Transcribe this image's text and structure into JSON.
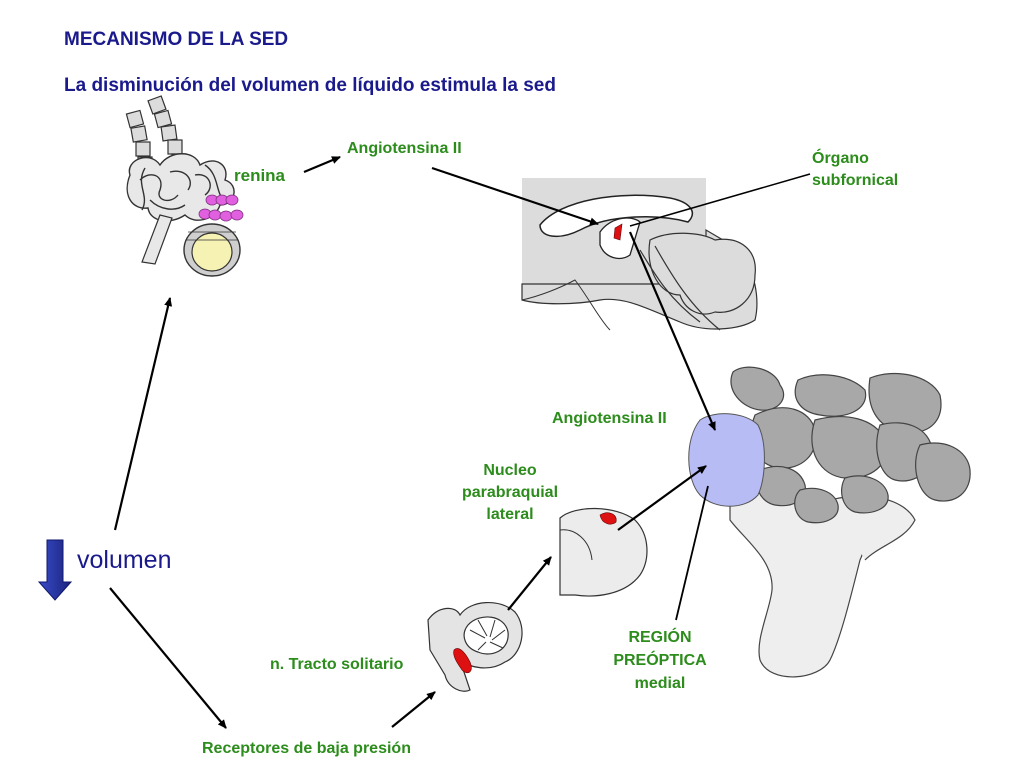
{
  "title": "MECANISMO DE LA SED",
  "subtitle": "La disminución del volumen de líquido estimula la sed",
  "labels": {
    "renina": "renina",
    "angiotensina_top": "Angiotensina II",
    "organo_line1": "Órgano",
    "organo_line2": "subfornical",
    "angiotensina_mid": "Angiotensina II",
    "nucleo_line1": "Nucleo",
    "nucleo_line2": "parabraquial",
    "nucleo_line3": "lateral",
    "volumen": "volumen",
    "tracto": "n. Tracto solitario",
    "region_line1": "REGIÓN",
    "region_line2": "PREÓPTICA",
    "region_line3": "medial",
    "receptores": "Receptores de baja presión"
  },
  "colors": {
    "title": "#1a1a8c",
    "label": "#2c8c1c",
    "preoptic": "#b8bcf4",
    "highlight": "#dd1111",
    "renin_cells": "#e060e0",
    "glomerulus": "#f6f2b4",
    "down_arrow": "#1f2e8f"
  }
}
